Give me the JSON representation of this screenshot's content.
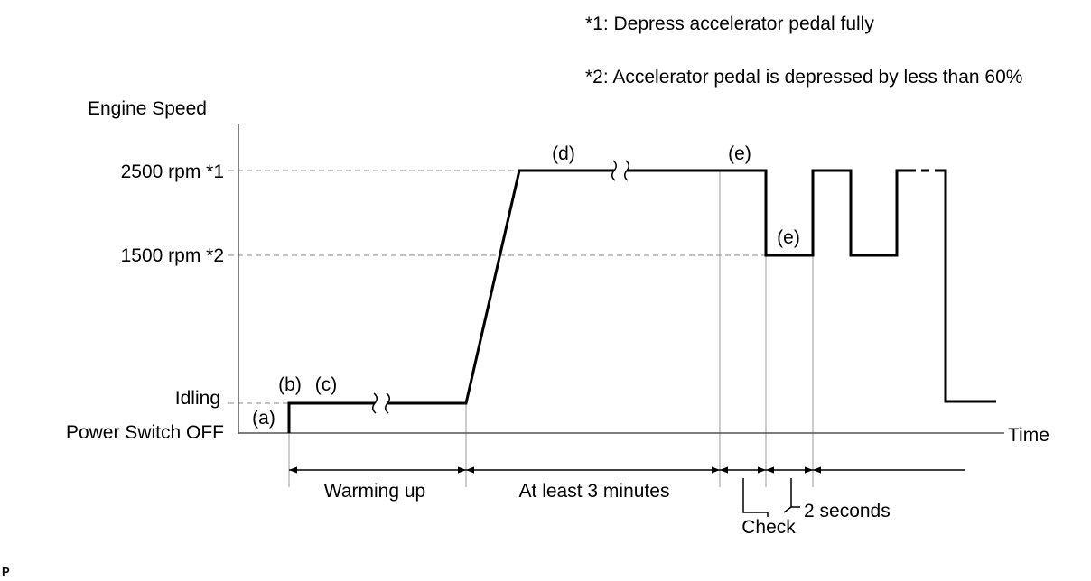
{
  "notes": {
    "note1": "*1: Depress accelerator pedal fully",
    "note2": "*2: Accelerator pedal is depressed by less than 60%"
  },
  "axes": {
    "y_title": "Engine Speed",
    "x_title": "Time",
    "levels": {
      "rpm2500": "2500 rpm *1",
      "rpm1500": "1500 rpm *2",
      "idling": "Idling",
      "off": "Power Switch OFF"
    }
  },
  "steps": {
    "a": "(a)",
    "b": "(b)",
    "c": "(c)",
    "d": "(d)",
    "e_high": "(e)",
    "e_low": "(e)"
  },
  "durations": {
    "warming_up": "Warming up",
    "at_least_3_min": "At least 3 minutes",
    "check": "Check",
    "two_seconds": "2 seconds"
  },
  "corner_mark": "P"
}
